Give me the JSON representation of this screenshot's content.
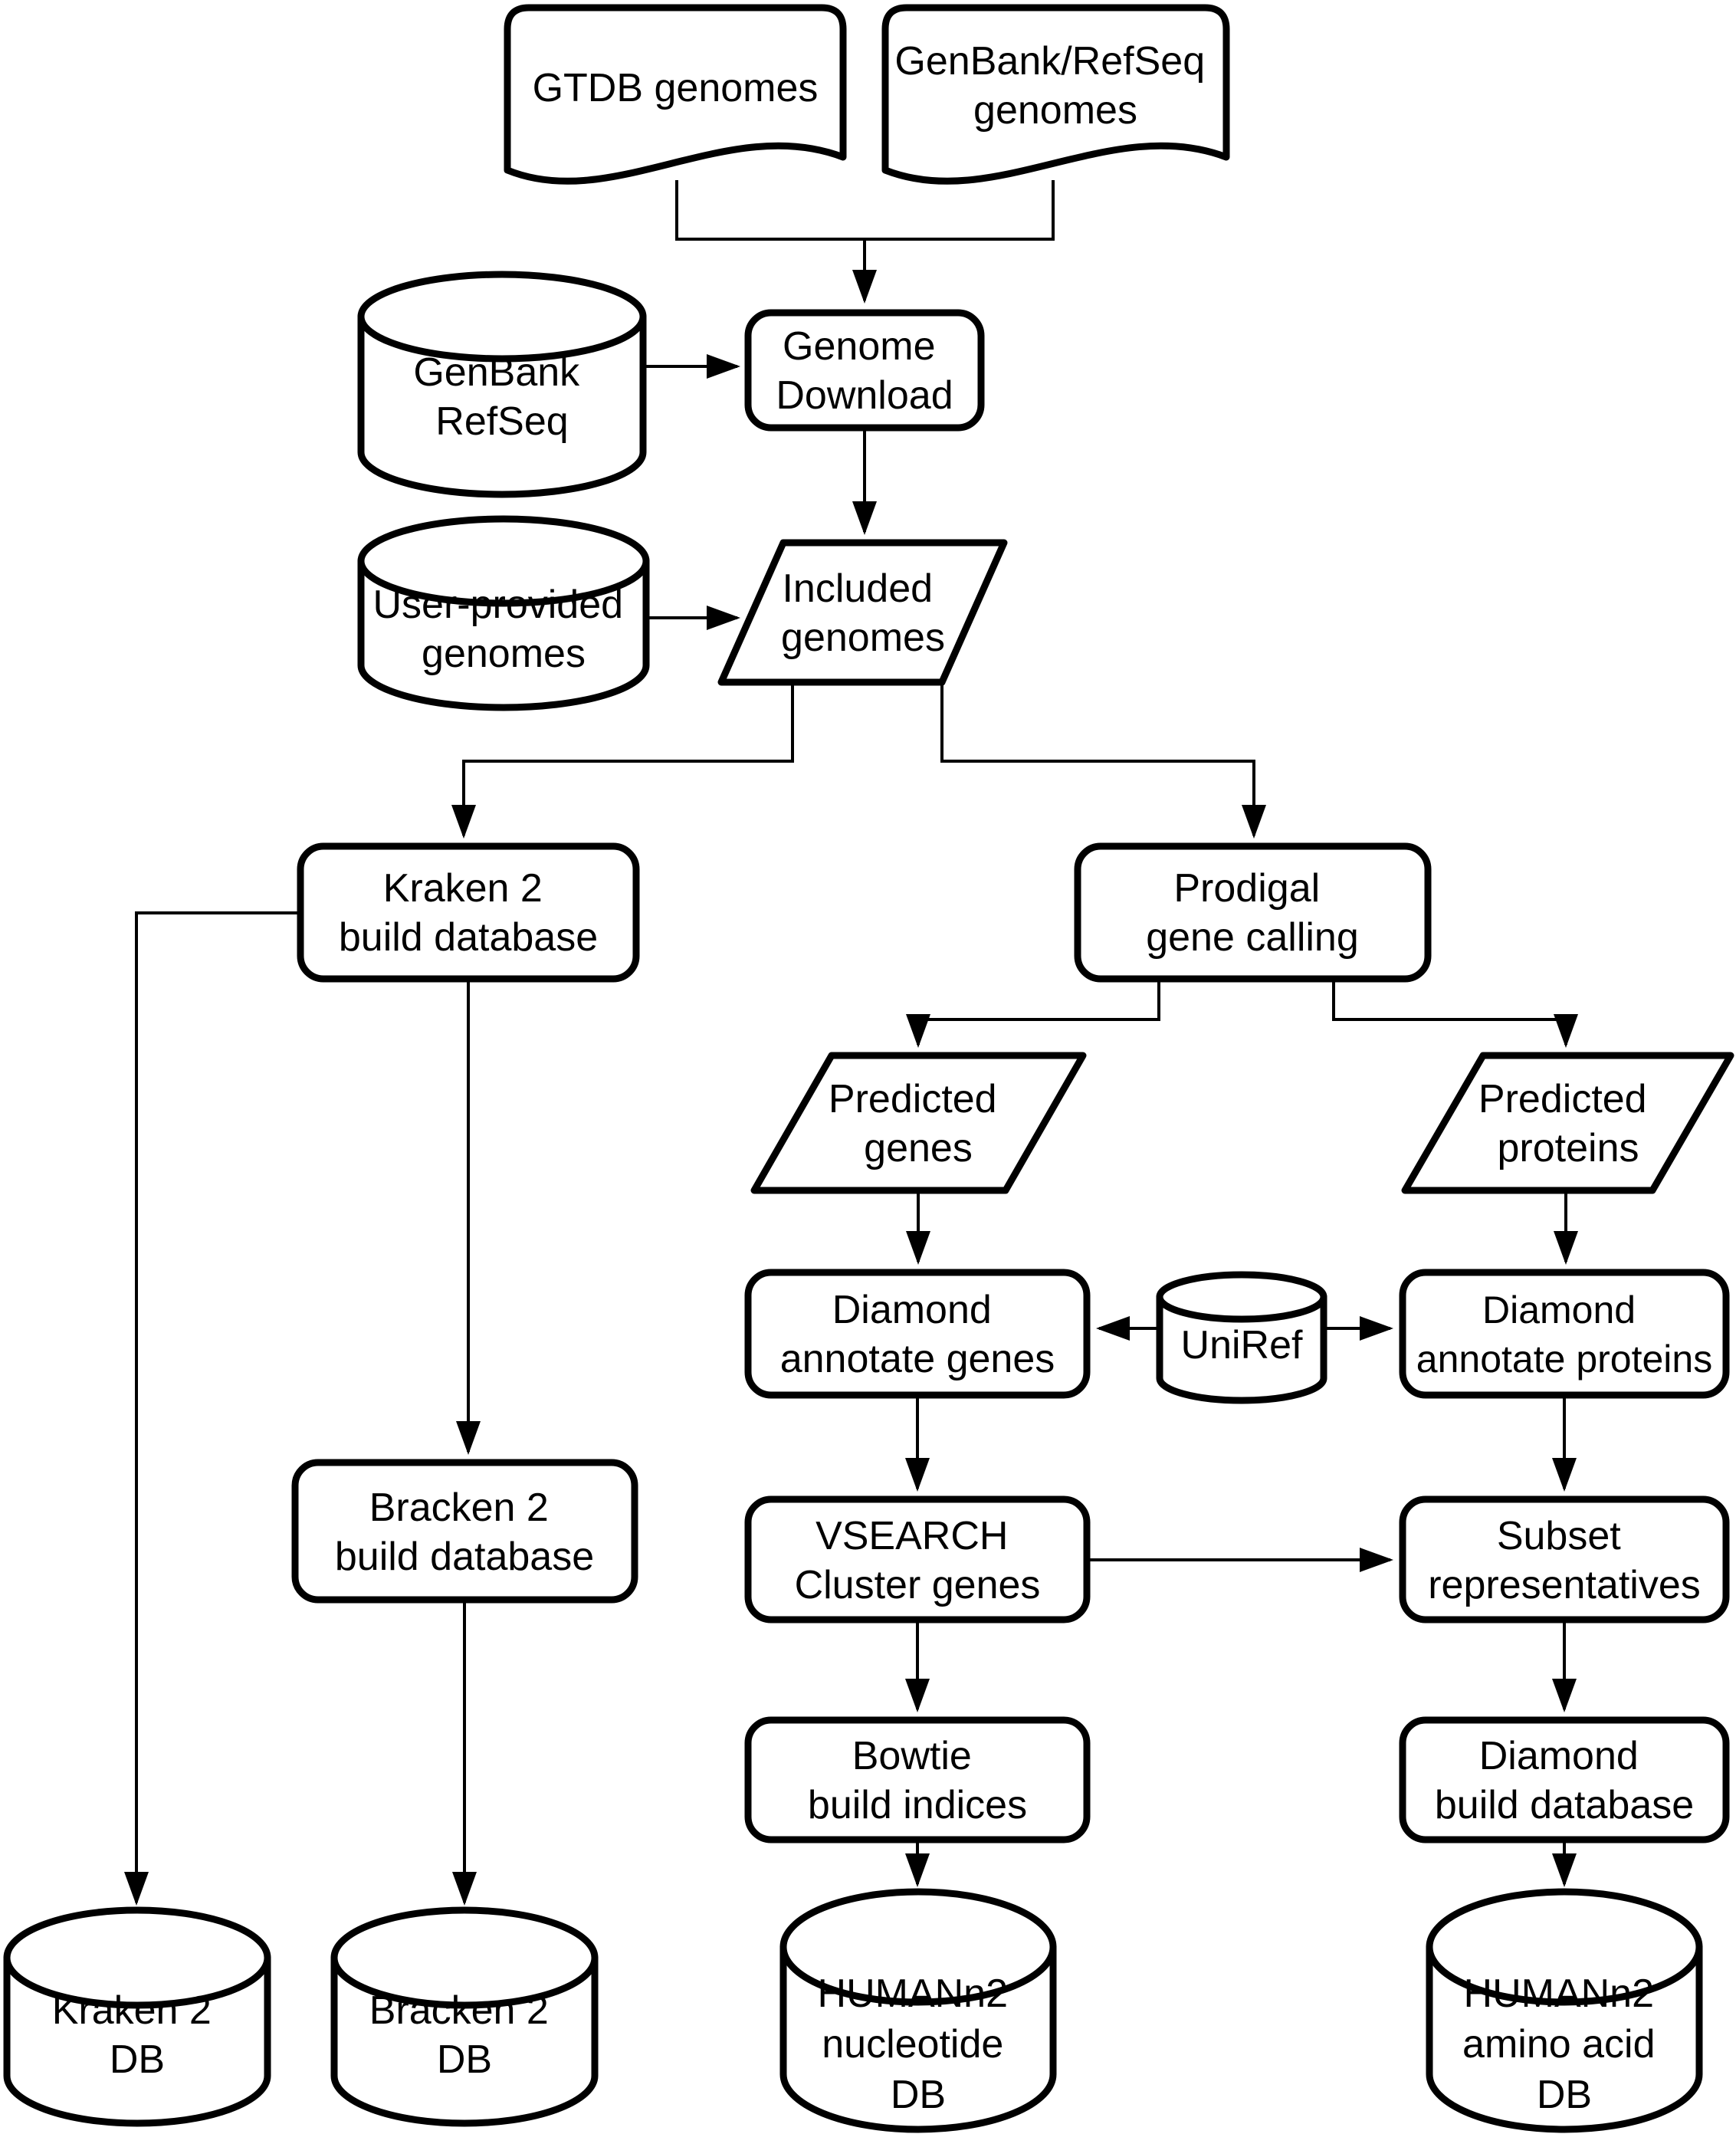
{
  "diagram": {
    "description": "Bioinformatics database build pipeline flowchart",
    "colors": {
      "background": "#ffffff",
      "shape_fill": "#ffffff",
      "stroke": "#000000",
      "text": "#000000"
    },
    "nodes": {
      "gtdb_genomes": {
        "shape": "document",
        "lines": [
          "GTDB genomes"
        ]
      },
      "genbank_refseq_genomes": {
        "shape": "document",
        "lines": [
          "GenBank/RefSeq",
          "genomes"
        ]
      },
      "genbank_refseq": {
        "shape": "database",
        "lines": [
          "GenBank",
          "RefSeq"
        ]
      },
      "genome_download": {
        "shape": "process",
        "lines": [
          "Genome",
          "Download"
        ]
      },
      "user_provided_genomes": {
        "shape": "database",
        "lines": [
          "User-provided",
          "genomes"
        ]
      },
      "included_genomes": {
        "shape": "data",
        "lines": [
          "Included",
          "genomes"
        ]
      },
      "kraken2_build": {
        "shape": "process",
        "lines": [
          "Kraken 2",
          "build database"
        ]
      },
      "prodigal": {
        "shape": "process",
        "lines": [
          "Prodigal",
          "gene calling"
        ]
      },
      "predicted_genes": {
        "shape": "data",
        "lines": [
          "Predicted",
          "genes"
        ]
      },
      "predicted_proteins": {
        "shape": "data",
        "lines": [
          "Predicted",
          "proteins"
        ]
      },
      "diamond_annotate_genes": {
        "shape": "process",
        "lines": [
          "Diamond",
          "annotate genes"
        ]
      },
      "uniref": {
        "shape": "database",
        "lines": [
          "UniRef"
        ]
      },
      "diamond_annotate_proteins": {
        "shape": "process",
        "lines": [
          "Diamond",
          "annotate proteins"
        ]
      },
      "bracken2_build": {
        "shape": "process",
        "lines": [
          "Bracken 2",
          "build database"
        ]
      },
      "vsearch_cluster": {
        "shape": "process",
        "lines": [
          "VSEARCH",
          "Cluster genes"
        ]
      },
      "subset_representatives": {
        "shape": "process",
        "lines": [
          "Subset",
          "representatives"
        ]
      },
      "bowtie_build": {
        "shape": "process",
        "lines": [
          "Bowtie",
          "build indices"
        ]
      },
      "diamond_build": {
        "shape": "process",
        "lines": [
          "Diamond",
          "build database"
        ]
      },
      "kraken2_db": {
        "shape": "database",
        "lines": [
          "Kraken 2",
          "DB"
        ]
      },
      "bracken2_db": {
        "shape": "database",
        "lines": [
          "Bracken 2",
          "DB"
        ]
      },
      "humann2_nucleotide_db": {
        "shape": "database",
        "lines": [
          "HUMANn2",
          "nucleotide",
          "DB"
        ]
      },
      "humann2_amino_acid_db": {
        "shape": "database",
        "lines": [
          "HUMANn2",
          "amino acid",
          "DB"
        ]
      }
    },
    "edges": [
      {
        "from": "gtdb_genomes",
        "to": "genome_download"
      },
      {
        "from": "genbank_refseq_genomes",
        "to": "genome_download"
      },
      {
        "from": "genbank_refseq",
        "to": "genome_download"
      },
      {
        "from": "genome_download",
        "to": "included_genomes"
      },
      {
        "from": "user_provided_genomes",
        "to": "included_genomes"
      },
      {
        "from": "included_genomes",
        "to": "kraken2_build"
      },
      {
        "from": "included_genomes",
        "to": "prodigal"
      },
      {
        "from": "kraken2_build",
        "to": "kraken2_db"
      },
      {
        "from": "kraken2_build",
        "to": "bracken2_build"
      },
      {
        "from": "bracken2_build",
        "to": "bracken2_db"
      },
      {
        "from": "prodigal",
        "to": "predicted_genes"
      },
      {
        "from": "prodigal",
        "to": "predicted_proteins"
      },
      {
        "from": "predicted_genes",
        "to": "diamond_annotate_genes"
      },
      {
        "from": "predicted_proteins",
        "to": "diamond_annotate_proteins"
      },
      {
        "from": "uniref",
        "to": "diamond_annotate_genes"
      },
      {
        "from": "uniref",
        "to": "diamond_annotate_proteins"
      },
      {
        "from": "diamond_annotate_genes",
        "to": "vsearch_cluster"
      },
      {
        "from": "diamond_annotate_proteins",
        "to": "subset_representatives"
      },
      {
        "from": "vsearch_cluster",
        "to": "subset_representatives"
      },
      {
        "from": "vsearch_cluster",
        "to": "bowtie_build"
      },
      {
        "from": "subset_representatives",
        "to": "diamond_build"
      },
      {
        "from": "bowtie_build",
        "to": "humann2_nucleotide_db"
      },
      {
        "from": "diamond_build",
        "to": "humann2_amino_acid_db"
      }
    ]
  }
}
